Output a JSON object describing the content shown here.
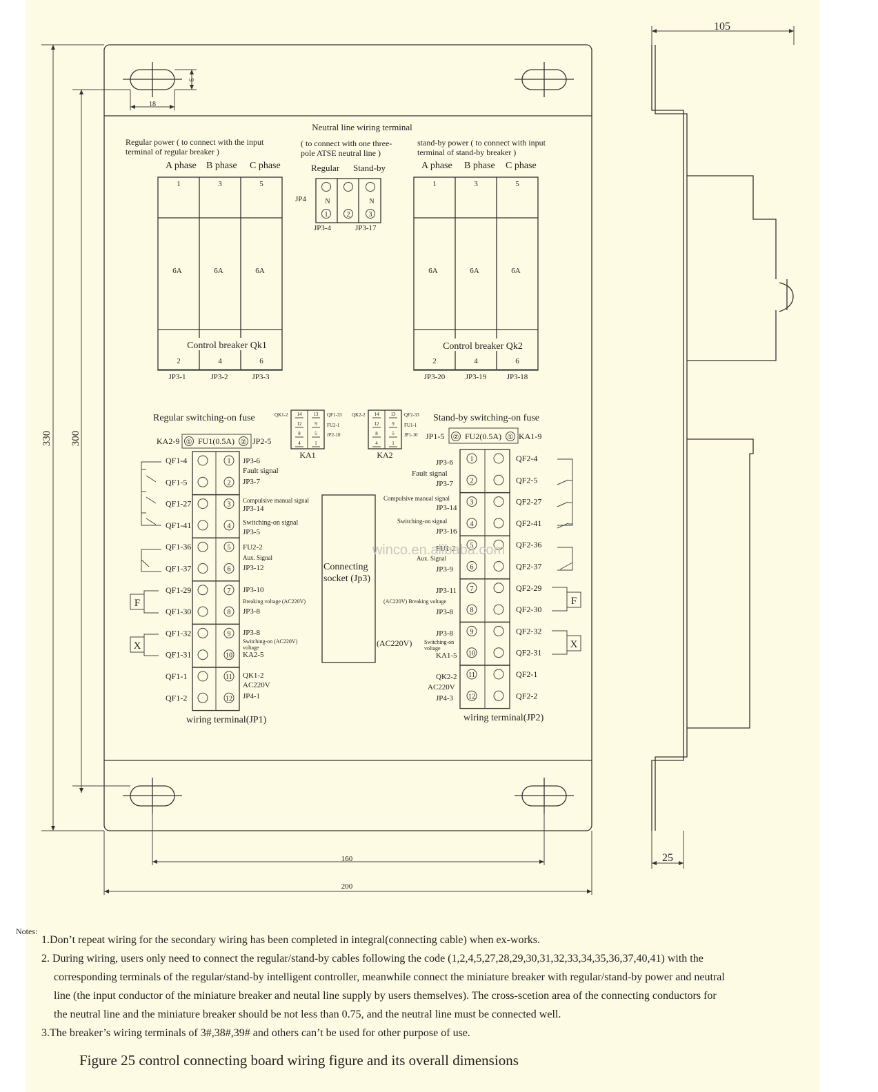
{
  "dims": {
    "d105": "105",
    "d330": "330",
    "d300": "300",
    "d18": "18",
    "d9": "9",
    "d160": "160",
    "d200": "200",
    "d25": "25"
  },
  "neutral": {
    "title": "Neutral line wiring terminal",
    "sub1": "( to connect with  one three-",
    "sub2": "pole ATSE neutral line )",
    "regular": "Regular",
    "standby": "Stand-by",
    "jp4": "JP4",
    "n": "N",
    "c1": "1",
    "c2": "2",
    "c3": "3",
    "jp3_4": "JP3-4",
    "jp3_17": "JP3-17"
  },
  "regular_power": {
    "line1": "Regular power    (   to connect with the input",
    "line2": "terminal of regular breaker   )"
  },
  "standby_power": {
    "line1": "stand-by power    (   to connect with input",
    "line2": "terminal of stand-by breaker   )"
  },
  "phases": {
    "a": "A phase",
    "b": "B phase",
    "c": "C phase"
  },
  "qk1": {
    "top": [
      "1",
      "3",
      "5"
    ],
    "rating": "6A",
    "label": "Control breaker Qk1",
    "bottom": [
      "2",
      "4",
      "6"
    ],
    "jp": [
      "JP3-1",
      "JP3-2",
      "JP3-3"
    ]
  },
  "qk2": {
    "top": [
      "1",
      "3",
      "5"
    ],
    "rating": "6A",
    "label": "Control breaker Qk2",
    "bottom": [
      "2",
      "4",
      "6"
    ],
    "jp": [
      "JP3-20",
      "JP3-19",
      "JP3-18"
    ]
  },
  "relays": {
    "ka1": {
      "label": "KA1",
      "left": "QK1-2",
      "r1": "QF1-33",
      "r2": "FU2-1",
      "r3": "JP2-10",
      "n1": "14",
      "n2": "13",
      "n3": "12",
      "n4": "9",
      "n5": "8",
      "n6": "5",
      "n7": "4",
      "n8": "1"
    },
    "ka2": {
      "label": "KA2",
      "left": "QK2-2",
      "r1": "QF2-33",
      "r2": "FU1-1",
      "r3": "JP1-10",
      "n1": "14",
      "n2": "13",
      "n3": "12",
      "n4": "9",
      "n5": "8",
      "n6": "5",
      "n7": "4",
      "n8": "1"
    }
  },
  "fuse_left": {
    "title": "Regular switching-on fuse",
    "ka": "KA2-9",
    "fu": "FU1(0.5A)",
    "jp": "JP2-5"
  },
  "fuse_right": {
    "title": "Stand-by switching-on fuse",
    "jp": "JP1-5",
    "fu": "FU2(0.5A)",
    "ka": "KA1-9"
  },
  "jp1": {
    "caption": "wiring terminal(JP1)",
    "qf": [
      "QF1-4",
      "QF1-5",
      "QF1-27",
      "QF1-41",
      "QF1-36",
      "QF1-37",
      "QF1-29",
      "QF1-30",
      "QF1-32",
      "QF1-31",
      "QF1-1",
      "QF1-2"
    ],
    "num": [
      "1",
      "2",
      "3",
      "4",
      "5",
      "6",
      "7",
      "8",
      "9",
      "10",
      "11",
      "12"
    ],
    "notes": [
      {
        "t": "JP3-6",
        "s": 11
      },
      {
        "t": "Fault signal",
        "s": 11
      },
      {
        "t": "JP3-7",
        "s": 11
      },
      {
        "t": "Compulsive manual signal",
        "s": 9
      },
      {
        "t": "JP3-14",
        "s": 11
      },
      {
        "t": "Switching-on signal",
        "s": 10
      },
      {
        "t": "JP3-5",
        "s": 11
      },
      {
        "t": "FU2-2",
        "s": 11
      },
      {
        "t": "Aux. Signal",
        "s": 9
      },
      {
        "t": "JP3-12",
        "s": 11
      },
      {
        "t": "JP3-10",
        "s": 11
      },
      {
        "t": "Breaking voltage (AC220V)",
        "s": 8
      },
      {
        "t": "JP3-8",
        "s": 11
      },
      {
        "t": "JP3-8",
        "s": 11
      },
      {
        "t": "Switching-on  (AC220V)",
        "s": 8
      },
      {
        "t": "voltage",
        "s": 8
      },
      {
        "t": "KA2-5",
        "s": 11
      },
      {
        "t": "QK1-2",
        "s": 11
      },
      {
        "t": "AC220V",
        "s": 11
      },
      {
        "t": "JP4-1",
        "s": 11
      }
    ],
    "f": "F",
    "x": "X"
  },
  "jp2": {
    "caption": "wiring terminal(JP2)",
    "qf": [
      "QF2-4",
      "QF2-5",
      "QF2-27",
      "QF2-41",
      "QF2-36",
      "QF2-37",
      "QF2-29",
      "QF2-30",
      "QF2-32",
      "QF2-31",
      "QF2-1",
      "QF2-2"
    ],
    "num": [
      "1",
      "2",
      "3",
      "4",
      "5",
      "6",
      "7",
      "8",
      "9",
      "10",
      "11",
      "12"
    ],
    "notes": [
      {
        "t": "JP3-6",
        "s": 11
      },
      {
        "t": "Fault signal",
        "s": 11
      },
      {
        "t": "JP3-7",
        "s": 11
      },
      {
        "t": "Compulsive manual signal",
        "s": 9
      },
      {
        "t": "JP3-14",
        "s": 11
      },
      {
        "t": "Switching-on signal",
        "s": 9
      },
      {
        "t": "JP3-16",
        "s": 11
      },
      {
        "t": "FU1-2",
        "s": 11
      },
      {
        "t": "Aux. Signal",
        "s": 9
      },
      {
        "t": "JP3-9",
        "s": 11
      },
      {
        "t": "JP3-11",
        "s": 11
      },
      {
        "t": "(AC220V)  Breaking voltage",
        "s": 8
      },
      {
        "t": "JP3-8",
        "s": 11
      },
      {
        "t": "JP3-8",
        "s": 11
      },
      {
        "t": "Switching-on",
        "s": 8
      },
      {
        "t": "voltage",
        "s": 8
      },
      {
        "t": "KA1-5",
        "s": 11
      },
      {
        "t": "QK2-2",
        "s": 11
      },
      {
        "t": "AC220V",
        "s": 11
      },
      {
        "t": "JP4-3",
        "s": 11
      }
    ],
    "f": "F",
    "x": "X"
  },
  "socket": {
    "line1": "Connecting",
    "line2": "socket (Jp3)",
    "ac": "(AC220V)"
  },
  "watermark": "winco.en.alibaba.com",
  "notes": {
    "header": "Notes:",
    "n1": "1.Don’t repeat wiring for the secondary wiring has been completed in integral(connecting cable) when ex-works.",
    "n2a": "2. During wiring, users only need to connect the regular/stand-by cables following the code (1,2,4,5,27,28,29,30,31,32,33,34,35,36,37,40,41) with the",
    "n2b": "corresponding  terminals of the regular/stand-by intelligent controller, meanwhile connect the miniature breaker with regular/stand-by power and neutral",
    "n2c": "line (the input conductor of the miniature breaker and neutal line supply by users themselves). The cross-scetion area of the connecting conductors for",
    "n2d": "the neutral line and  the miniature breaker should be not less than 0.75, and  the neutral line must be connected well.",
    "n3": "3.The breaker’s wiring terminals of 3#,38#,39# and others can’t be used for other purpose of use."
  },
  "caption": "Figure 25  control connecting board wiring figure and its overall dimensions"
}
